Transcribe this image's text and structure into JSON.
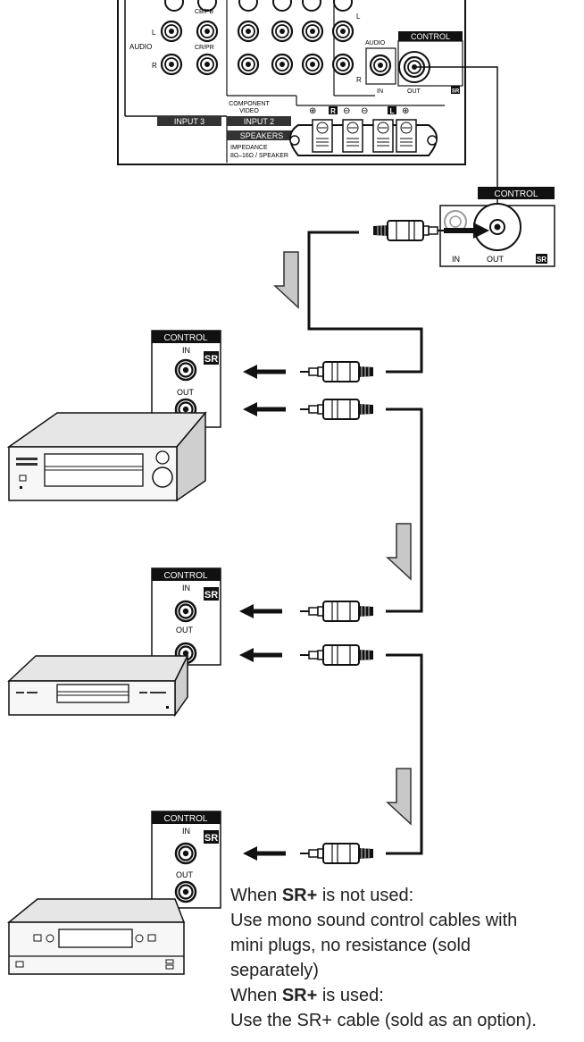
{
  "receiver": {
    "audio_label_left": "AUDIO",
    "audio_l": "L",
    "audio_r": "R",
    "audio_right": "AUDIO",
    "cb_label": "CB/PB",
    "cr_label": "CR/PR",
    "component_1": "COMPONENT",
    "component_2": "VIDEO",
    "input3": "INPUT 3",
    "input2": "INPUT 2",
    "speakers": "SPEAKERS",
    "impedance_1": "IMPEDANCE",
    "impedance_2": "8Ω–16Ω / SPEAKER",
    "spk_r": "R",
    "spk_l": "L",
    "l_right": "L",
    "r_right": "R",
    "control": "CONTROL",
    "in": "IN",
    "out": "OUT",
    "sr": "SR"
  },
  "panel_zoom": {
    "control": "CONTROL",
    "in": "IN",
    "out": "OUT",
    "sr": "SR"
  },
  "devices": [
    {
      "control": "CONTROL",
      "in": "IN",
      "out": "OUT",
      "sr": "SR"
    },
    {
      "control": "CONTROL",
      "in": "IN",
      "out": "OUT",
      "sr": "SR"
    },
    {
      "control": "CONTROL",
      "in": "IN",
      "out": "OUT",
      "sr": "SR"
    }
  ],
  "note": {
    "line1_pre": "When ",
    "line1_bold": "SR+",
    "line1_post": " is not used:",
    "line2": "Use mono sound control cables with",
    "line3": "mini plugs, no resistance (sold",
    "line4": "separately)",
    "line5_pre": "When ",
    "line5_bold": "SR+",
    "line5_post": " is used:",
    "line6": "Use the SR+ cable (sold as an option)."
  }
}
